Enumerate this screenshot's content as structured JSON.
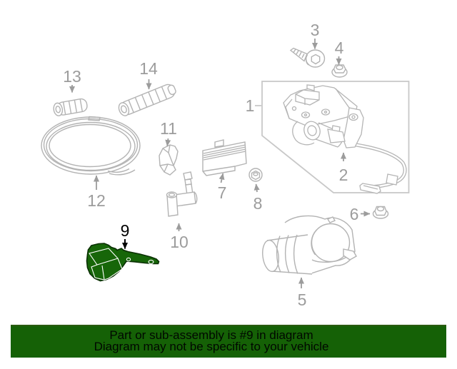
{
  "banner": {
    "line1": "Part or sub-assembly is #9 in diagram",
    "line2": "Diagram may not be specific to your vehicle",
    "bg_color": "#156106",
    "border_color": "#2b5c10",
    "text_color": "#000800"
  },
  "diagram": {
    "type": "exploded-parts-diagram",
    "highlighted_part_number": "9",
    "highlight_fill": "#176609",
    "highlight_outline": "#0a3003",
    "line_color": "#b3b3b3",
    "box_line_color": "#c8c8c8",
    "label_color": "#9c9c9c",
    "highlight_label_color": "#000000",
    "labels": [
      {
        "id": "1",
        "text": "1"
      },
      {
        "id": "2",
        "text": "2"
      },
      {
        "id": "3",
        "text": "3"
      },
      {
        "id": "4",
        "text": "4"
      },
      {
        "id": "5",
        "text": "5"
      },
      {
        "id": "6",
        "text": "6"
      },
      {
        "id": "7",
        "text": "7"
      },
      {
        "id": "8",
        "text": "8"
      },
      {
        "id": "9",
        "text": "9"
      },
      {
        "id": "10",
        "text": "10"
      },
      {
        "id": "11",
        "text": "11"
      },
      {
        "id": "12",
        "text": "12"
      },
      {
        "id": "13",
        "text": "13"
      },
      {
        "id": "14",
        "text": "14"
      }
    ]
  }
}
